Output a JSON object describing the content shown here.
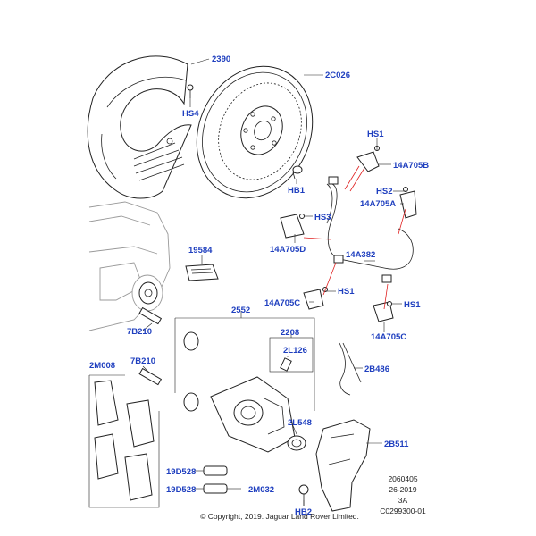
{
  "colors": {
    "label": "#1f3fbf",
    "leader": "#222222",
    "highlight": "#e02020",
    "vehicle": "#9a9a9a"
  },
  "labels": {
    "p2390": "2390",
    "p2c026": "2C026",
    "hs4": "HS4",
    "hb1": "HB1",
    "hs1_top": "HS1",
    "p14a705b": "14A705B",
    "hs2": "HS2",
    "p14a705a": "14A705A",
    "hs3": "HS3",
    "p14a705d": "14A705D",
    "p19584": "19584",
    "p14a382": "14A382",
    "hs1_mid": "HS1",
    "p14a705c_left": "14A705C",
    "hs1_right": "HS1",
    "p14a705c_right": "14A705C",
    "p2552": "2552",
    "p7b210_a": "7B210",
    "p2208": "2208",
    "p2l126": "2L126",
    "p2m008": "2M008",
    "p7b210_b": "7B210",
    "p2b486": "2B486",
    "p2l548": "2L548",
    "p2b511": "2B511",
    "p19d528_a": "19D528",
    "p19d528_b": "19D528",
    "p2m032": "2M032",
    "hb2": "HB2"
  },
  "reference": {
    "line1": "2060405",
    "line2": "26-2019",
    "line3": "3A",
    "line4": "C0299300-01"
  },
  "copyright": "© Copyright, 2019. Jaguar Land Rover Limited."
}
